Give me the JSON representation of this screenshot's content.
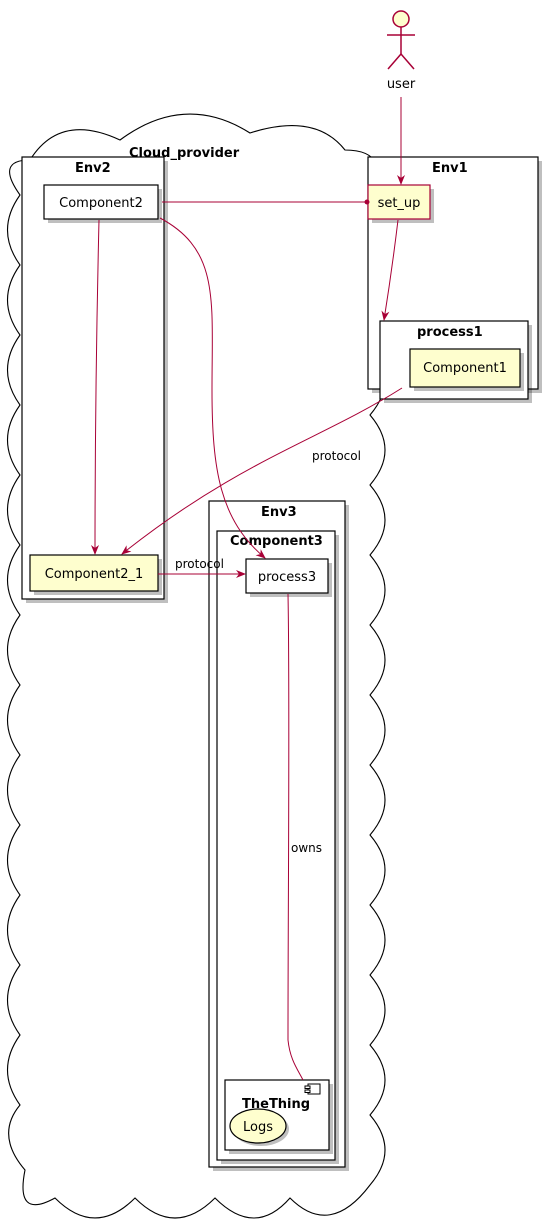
{
  "colors": {
    "stroke": "#000000",
    "arrow": "#A80036",
    "node_fill": "#FEFECE",
    "white": "#FFFFFF",
    "shadow": "#BBBBBB"
  },
  "diagram": {
    "actor": {
      "label": "user",
      "icon": "stick-figure-actor"
    },
    "cloud": {
      "label": "Cloud_provider",
      "icon": "cloud-outline"
    },
    "containers": {
      "env1": "Env1",
      "env2": "Env2",
      "env3": "Env3",
      "process1": "process1",
      "component3": "Component3",
      "thething": "TheThing"
    },
    "nodes": {
      "set_up": "set_up",
      "component1": "Component1",
      "component2": "Component2",
      "component2_1": "Component2_1",
      "process3": "process3",
      "logs": "Logs"
    },
    "edge_labels": {
      "c1_to_c21": "protocol",
      "c21_to_p3": "protocol",
      "p3_to_thing": "owns"
    }
  }
}
